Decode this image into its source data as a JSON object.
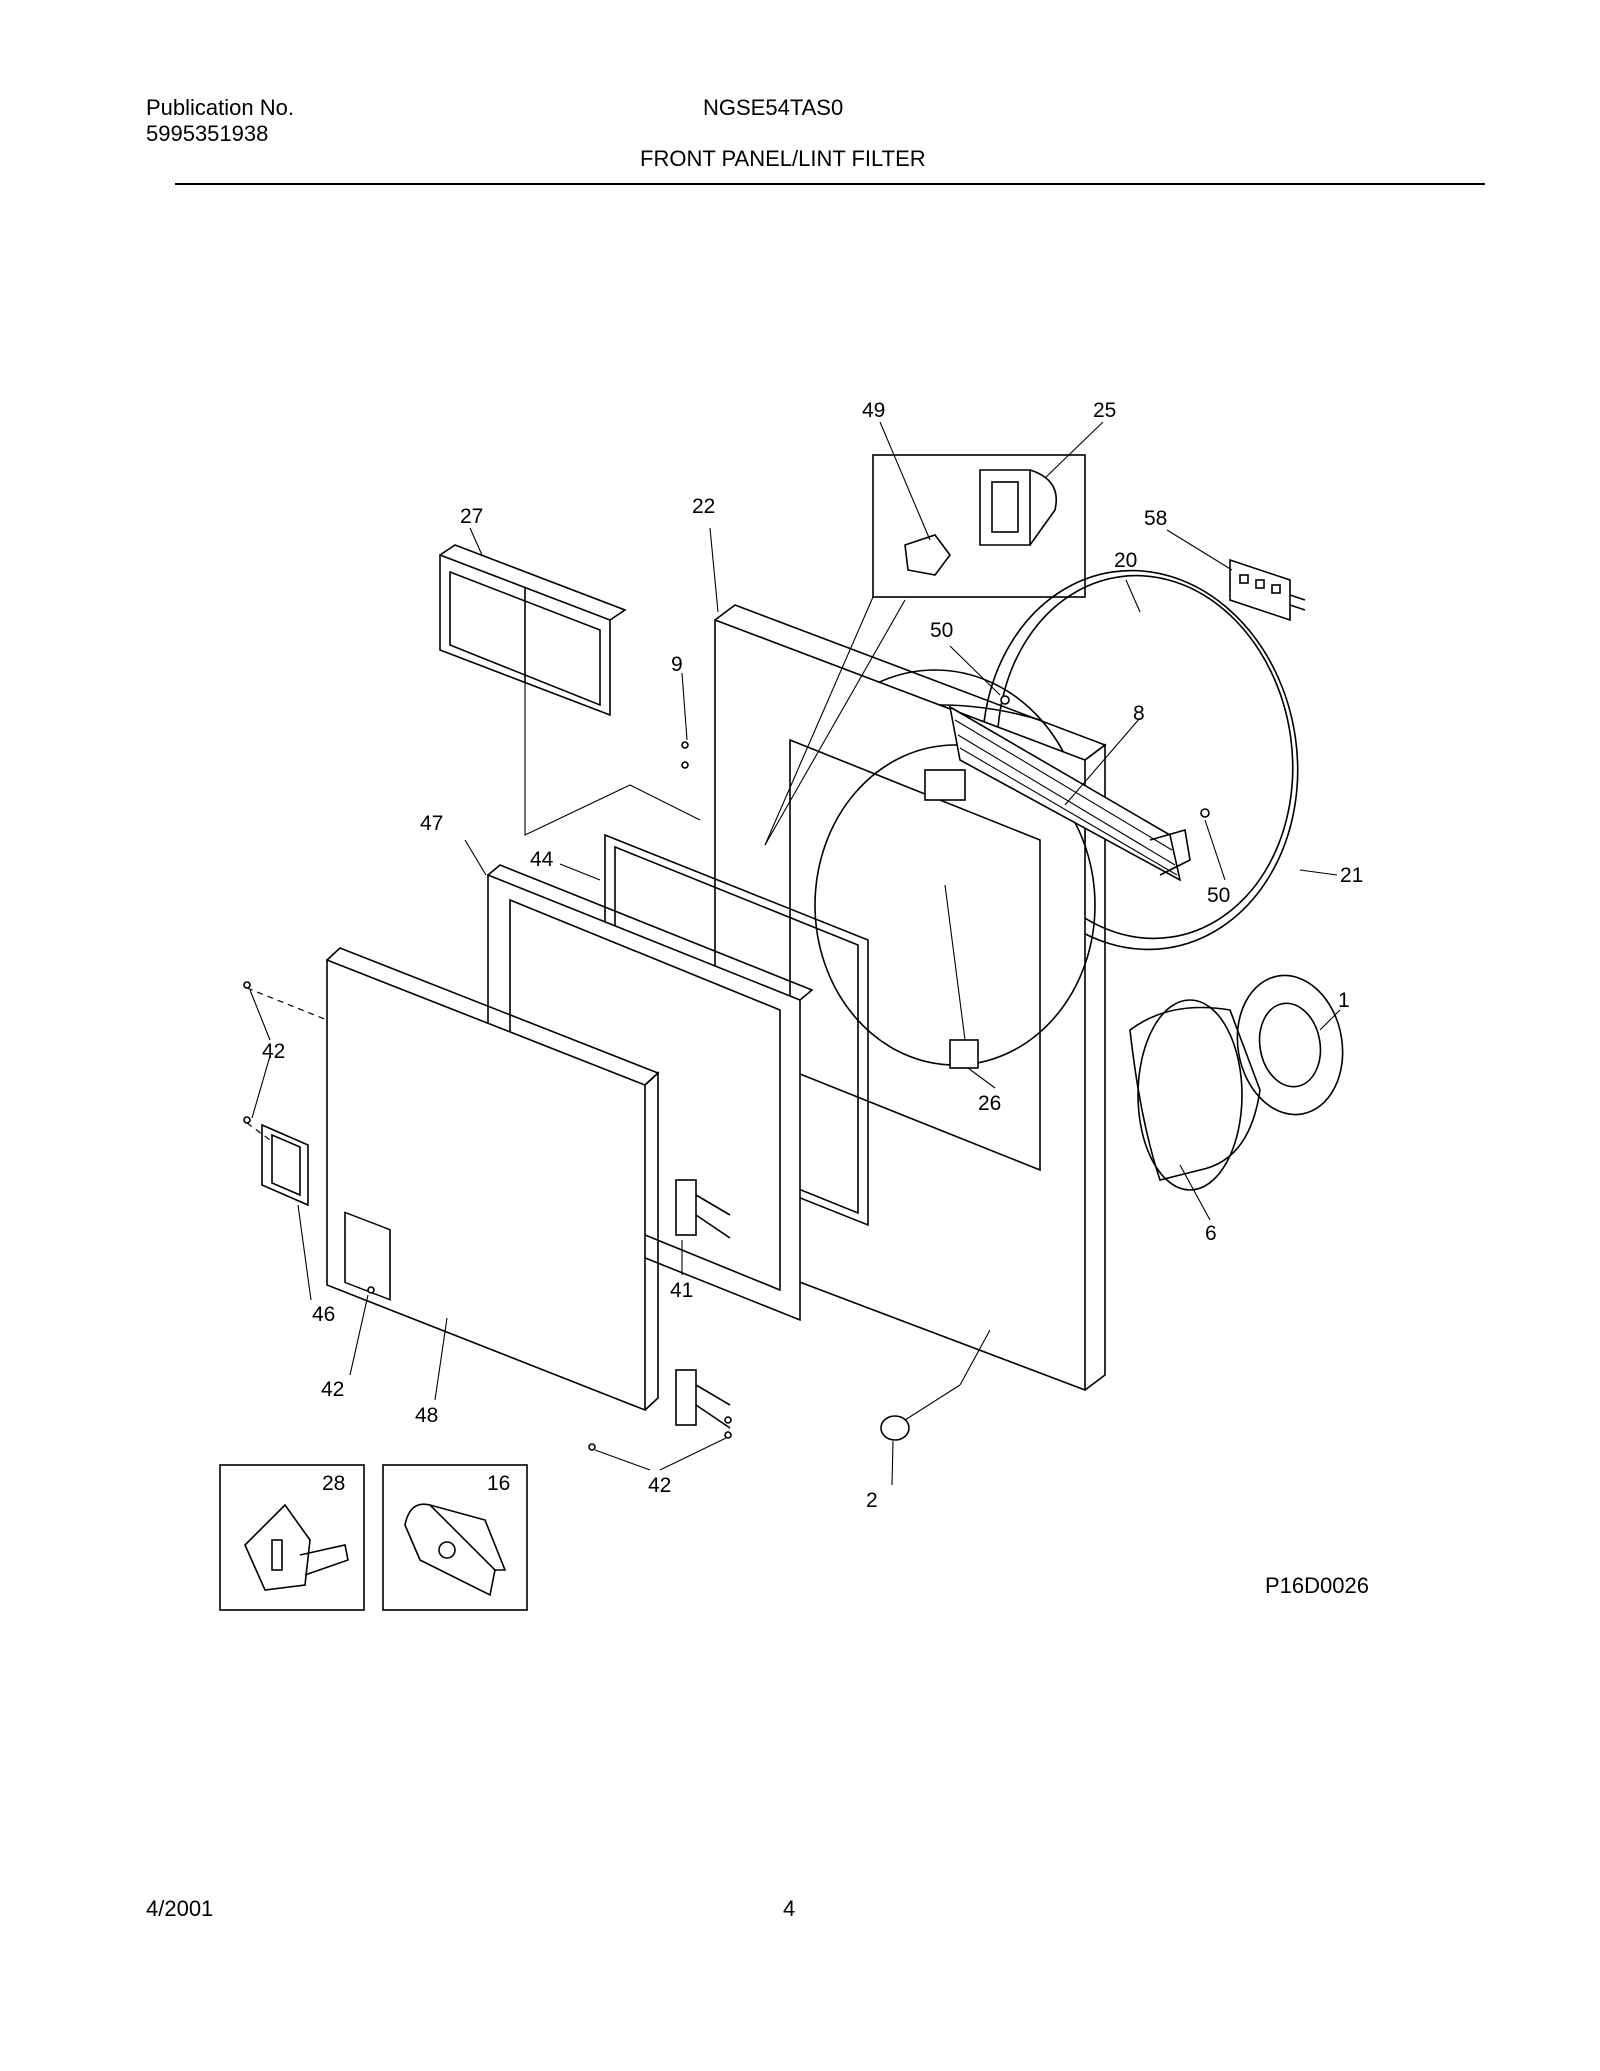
{
  "header": {
    "publication_label": "Publication No.",
    "publication_number": "5995351938",
    "model": "NGSE54TAS0",
    "section_title": "FRONT PANEL/LINT FILTER"
  },
  "callouts": {
    "c49": "49",
    "c25": "25",
    "c27": "27",
    "c22": "22",
    "c58": "58",
    "c20": "20",
    "c50a": "50",
    "c9": "9",
    "c8": "8",
    "c47": "47",
    "c44": "44",
    "c50b": "50",
    "c21": "21",
    "c1": "1",
    "c42a": "42",
    "c26": "26",
    "c6": "6",
    "c41": "41",
    "c46": "46",
    "c42b": "42",
    "c48": "48",
    "c2": "2",
    "c42c": "42",
    "c28": "28",
    "c16": "16"
  },
  "drawing_code": "P16D0026",
  "footer": {
    "date": "4/2001",
    "page": "4"
  }
}
